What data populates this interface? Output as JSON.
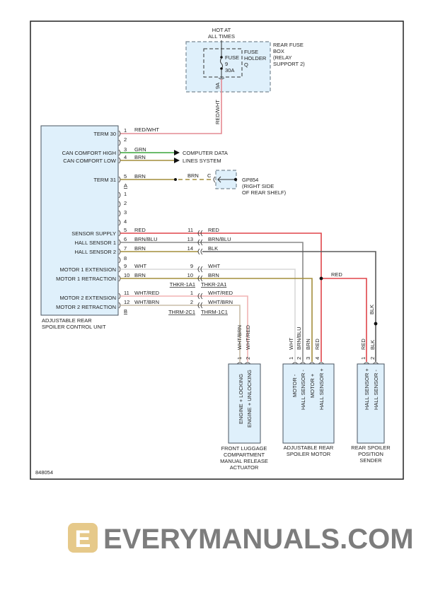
{
  "figure_id": "848054",
  "watermark": "EVERYMANUALS.COM",
  "colors": {
    "RED": "#e0454a",
    "RED/WHT": "#e48a93",
    "GRN": "#3aa53a",
    "BRN": "#a48e3c",
    "BLK": "#5a5a5a",
    "WHT": "#d8d8d8",
    "BRN/BLU": "#8a8a8a",
    "WHT/RED": "#f2b4b4",
    "WHT/BRN": "#c9bda8",
    "component_fill": "#dff0fb"
  },
  "fuse_box": {
    "hot_1": "HOT AT",
    "hot_2": "ALL TIMES",
    "fuse": [
      "FUSE",
      "9",
      "30A"
    ],
    "holder": [
      "FUSE",
      "HOLDER",
      "Q"
    ],
    "box": [
      "REAR FUSE",
      "BOX",
      "(RELAY",
      "SUPPORT 2)"
    ],
    "pin": "9A",
    "wire": "RED/WHT"
  },
  "ecu": {
    "name": [
      "ADJUSTABLE REAR",
      "SPOILER CONTROL UNIT"
    ],
    "connector_a": "A",
    "connector_b": "B",
    "a_pins": [
      {
        "pin": "1",
        "label": "TERM 30",
        "wire": "RED/WHT"
      },
      {
        "pin": "2",
        "label": "",
        "wire": ""
      },
      {
        "pin": "3",
        "label": "CAN COMFORT HIGH",
        "wire": "GRN"
      },
      {
        "pin": "4",
        "label": "CAN COMFORT LOW",
        "wire": "BRN"
      },
      {
        "pin": "5",
        "label": "TERM 31",
        "wire": "BRN"
      }
    ],
    "b_pins": [
      {
        "pin": "1",
        "label": "",
        "wire": ""
      },
      {
        "pin": "2",
        "label": "",
        "wire": ""
      },
      {
        "pin": "3",
        "label": "",
        "wire": ""
      },
      {
        "pin": "4",
        "label": "",
        "wire": ""
      },
      {
        "pin": "5",
        "label": "SENSOR SUPPLY",
        "wire": "RED"
      },
      {
        "pin": "6",
        "label": "HALL SENSOR 1",
        "wire": "BRN/BLU"
      },
      {
        "pin": "7",
        "label": "HALL SENSOR 2",
        "wire": "BRN"
      },
      {
        "pin": "8",
        "label": "",
        "wire": ""
      },
      {
        "pin": "9",
        "label": "MOTOR 1 EXTENSION",
        "wire": "WHT"
      },
      {
        "pin": "10",
        "label": "MOTOR 1 RETRACTION",
        "wire": "BRN"
      },
      {
        "pin": "11",
        "label": "MOTOR 2 EXTENSION",
        "wire": "WHT/RED"
      },
      {
        "pin": "12",
        "label": "MOTOR 2 RETRACTION",
        "wire": "WHT/BRN"
      }
    ]
  },
  "data_lines": [
    "COMPUTER DATA",
    "LINES SYSTEM"
  ],
  "ground": {
    "wire": "BRN",
    "pin": "C",
    "label": [
      "GP854",
      "(RIGHT SIDE",
      "OF REAR SHELF)"
    ]
  },
  "inline_thkr": {
    "left": "THKR-1A1",
    "right": "THKR-2A1",
    "pins": [
      {
        "pin": "11",
        "wire": "RED"
      },
      {
        "pin": "13",
        "wire": "BRN/BLU"
      },
      {
        "pin": "14",
        "wire": "BLK"
      },
      {
        "pin": "9",
        "wire": "WHT"
      },
      {
        "pin": "10",
        "wire": "BRN"
      }
    ]
  },
  "inline_thrm": {
    "left": "THRM-2C1",
    "right": "THRM-1C1",
    "pins": [
      {
        "pin": "1",
        "wire": "WHT/RED"
      },
      {
        "pin": "2",
        "wire": "WHT/BRN"
      }
    ]
  },
  "splice_labels": {
    "red": "RED",
    "blk": "BLK"
  },
  "components": {
    "actuator": {
      "name": [
        "FRONT LUGGAGE",
        "COMPARTMENT",
        "MANUAL RELEASE",
        "ACTUATOR"
      ],
      "pins": [
        {
          "pin": "1",
          "wire": "WHT/BRN",
          "function": "ENGINE + LOCKING"
        },
        {
          "pin": "2",
          "wire": "WHT/RED",
          "function": "ENGINE + UNLOCKING"
        }
      ]
    },
    "motor": {
      "name": [
        "ADJUSTABLE REAR",
        "SPOILER MOTOR"
      ],
      "pins": [
        {
          "pin": "1",
          "wire": "WHT",
          "function": "MOTOR -"
        },
        {
          "pin": "2",
          "wire": "BRN/BLU",
          "function": "HALL SENSOR -"
        },
        {
          "pin": "3",
          "wire": "BRN",
          "function": "MOTOR +"
        },
        {
          "pin": "4",
          "wire": "RED",
          "function": "HALL SENSOR +"
        }
      ]
    },
    "sender": {
      "name": [
        "REAR SPOILER",
        "POSITION",
        "SENDER"
      ],
      "pins": [
        {
          "pin": "1",
          "wire": "RED",
          "function": "HALL SENSOR +"
        },
        {
          "pin": "2",
          "wire": "BLK",
          "function": "HALL SENSOR -"
        }
      ]
    }
  }
}
